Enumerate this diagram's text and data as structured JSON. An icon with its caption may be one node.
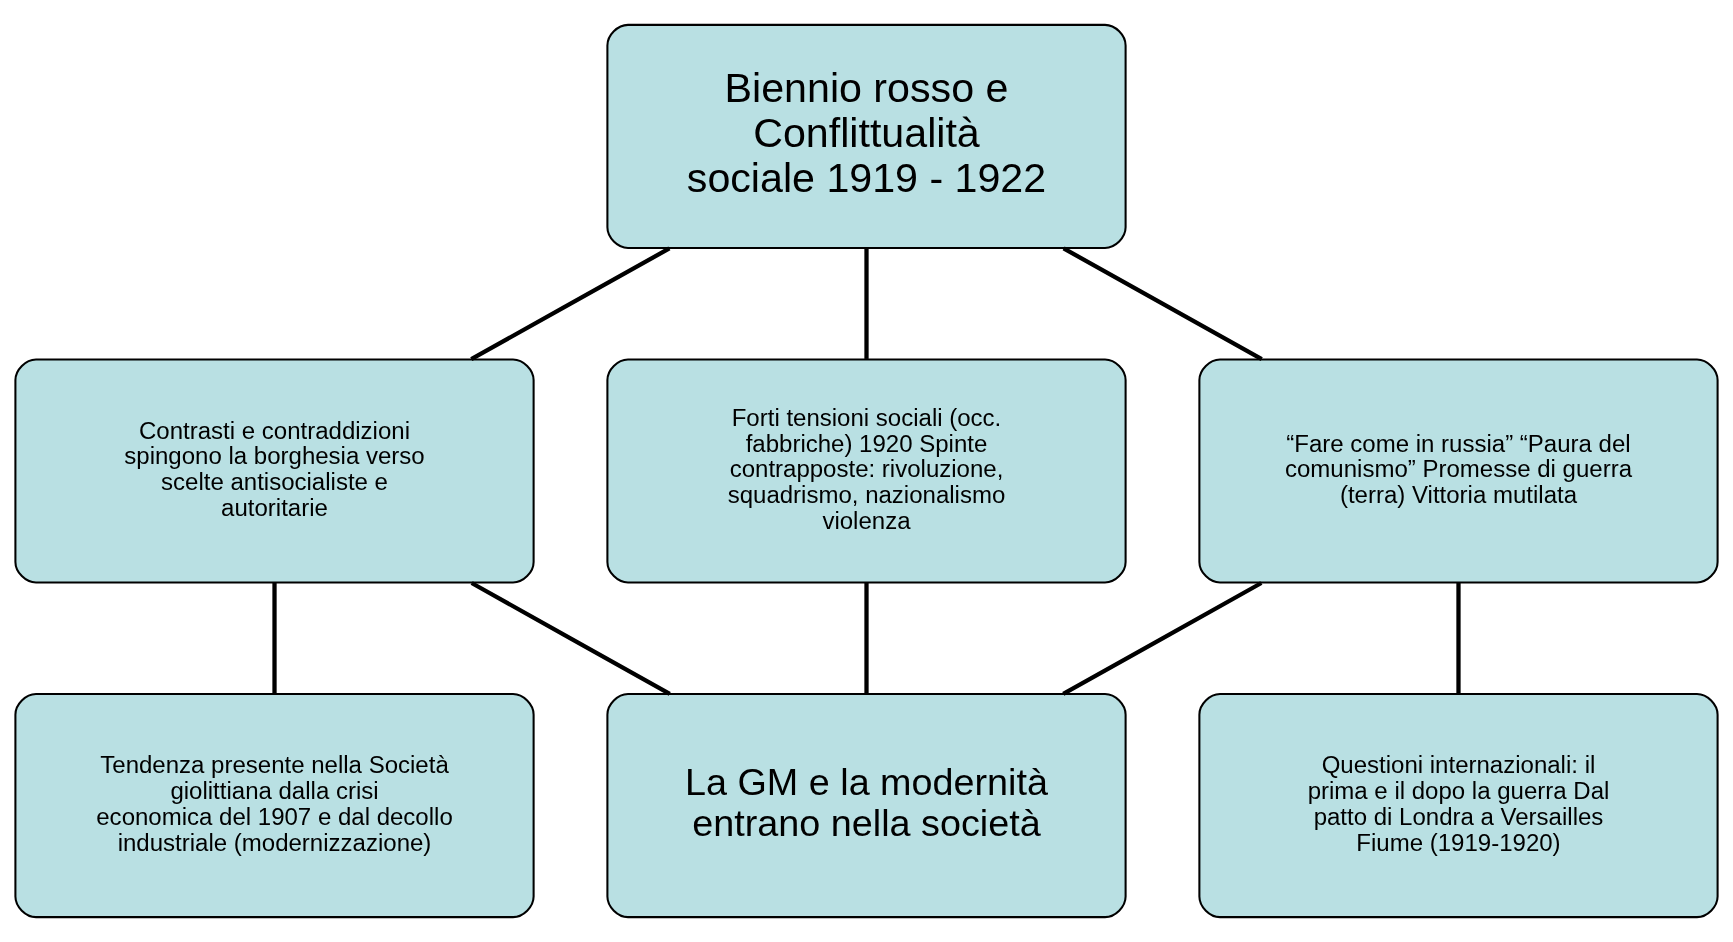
{
  "diagram": {
    "nodes": [
      {
        "text": [
          "Biennio rosso e Conflittualità sociale 1919 - 1922"
        ]
      },
      {
        "text": [
          "Contrasti e contraddizioni spingono la borghesia verso scelte antisocialiste e autoritarie"
        ]
      },
      {
        "text": [
          "Forti tensioni sociali (occ. fabbriche) 1920 Spinte contrapposte: rivoluzione, squadrismo, nazionalismo violenza"
        ]
      },
      {
        "text": [
          "“Fare come in russia” “Paura del comunismo” Promesse di guerra (terra) Vittoria mutilata"
        ]
      },
      {
        "text": [
          "Tendenza presente nella Società giolittiana dalla crisi economica del 1907 e dal decollo industriale (modernizzazione)"
        ]
      },
      {
        "text": [
          "La GM e la modernità entrano nella società"
        ]
      },
      {
        "text": [
          "Questioni internazionali: il prima e il dopo la guerra Dal patto di Londra a Versailles Fiume (1919-1920)"
        ]
      }
    ],
    "edges": [
      {
        "from": 0,
        "to": 1,
        "arrow": "none"
      },
      {
        "from": 0,
        "to": 2,
        "arrow": "none"
      },
      {
        "from": 0,
        "to": 3,
        "arrow": "none"
      },
      {
        "from": 1,
        "to": 4,
        "arrow": "none"
      },
      {
        "from": 2,
        "to": 5,
        "arrow": "none"
      },
      {
        "from": 3,
        "to": 6,
        "arrow": "none"
      },
      {
        "from": 1,
        "to": 5,
        "arrow": "none"
      },
      {
        "from": 3,
        "to": 5,
        "arrow": "none"
      }
    ]
  }
}
